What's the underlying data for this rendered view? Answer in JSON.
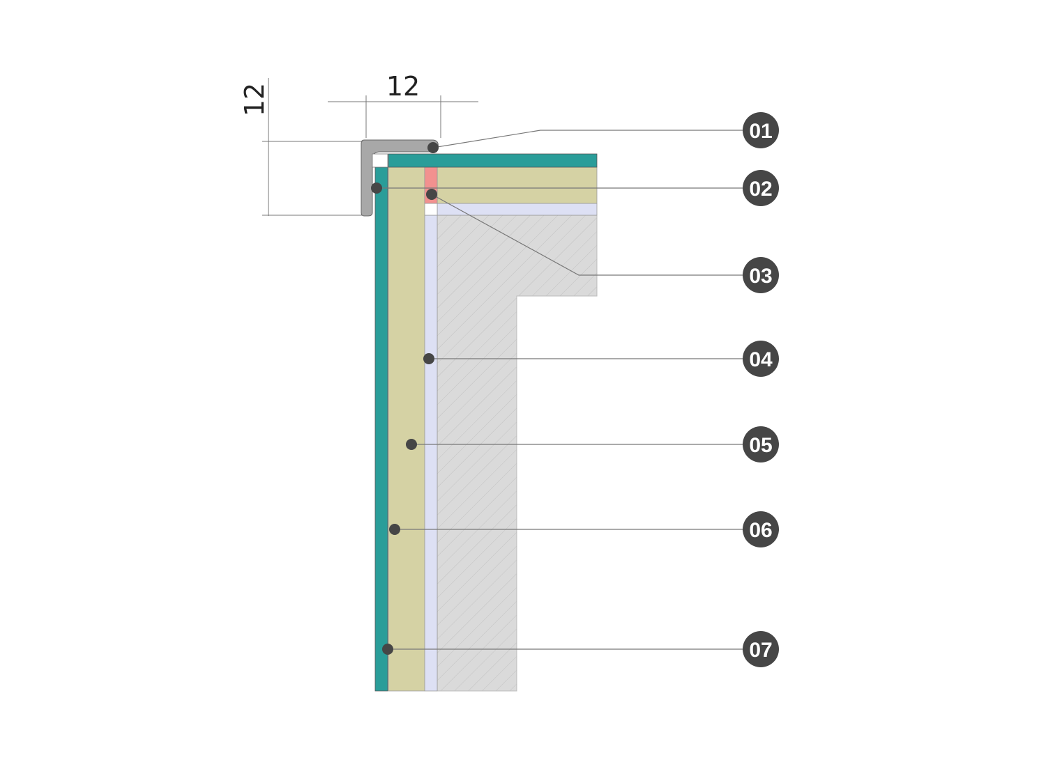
{
  "dimensions": {
    "width_label": "12",
    "height_label": "12"
  },
  "callouts": [
    "01",
    "02",
    "03",
    "04",
    "05",
    "06",
    "07"
  ],
  "colors": {
    "tile": "#2a9d99",
    "adhesive": "#d5d2a4",
    "membrane": "#dde0f4",
    "concrete": "#dadada",
    "seal": "#f2918f",
    "profile": "#a8a8a8",
    "marker": "#464646"
  }
}
